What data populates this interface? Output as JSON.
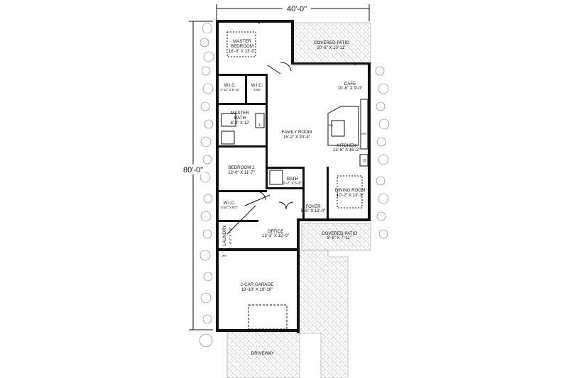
{
  "dimensions": {
    "width": "40'-0\"",
    "depth": "80'-0\""
  },
  "rooms": {
    "covered_patio_rear": {
      "name": "COVERED PATIO",
      "size": "20'-8\" X 10'-11\""
    },
    "master_bedroom": {
      "name_line1": "MASTER",
      "name_line2": "BEDROOM",
      "size": "16'-0\" X 13'-0\""
    },
    "wic_left": {
      "name": "W.I.C.",
      "size": "4'-11\" X 5'-11\""
    },
    "wic_right": {
      "name": "W.I.C.",
      "size": "3'X6'"
    },
    "master_bath": {
      "name_line1": "MASTER",
      "name_line2": "BATH",
      "size": "8'-8\" X 12'"
    },
    "cafe": {
      "name": "CAFE",
      "size": "10'-6\" X 9'-0\""
    },
    "family_room": {
      "name": "FAMILY ROOM",
      "size": "15'-2\" X 20'-4\""
    },
    "kitchen": {
      "name": "KITCHEN",
      "size": "13'-6\" X 16'-2\""
    },
    "bedroom2": {
      "name": "BEDROOM 2",
      "size": "12'-0\" X 11'-7\""
    },
    "bath": {
      "name": "BATH",
      "size": "9'-2\" X 5'-0\""
    },
    "dining_room": {
      "name": "DINING ROOM",
      "size": "10'-2\" X 13'-3\""
    },
    "wic_lower": {
      "name": "W.I.C.",
      "size": "5'10\" X 6'0\""
    },
    "foyer": {
      "name": "FOYER",
      "size": "5'-6\" X 13'-0\""
    },
    "laundry": {
      "name": "LAUNDRY",
      "size": "6'-2\" X 7'-0\""
    },
    "office": {
      "name": "OFFICE",
      "size": "13'-3\" X 12'-0\""
    },
    "covered_patio_front": {
      "name": "COVERED PATIO",
      "size": "8'-6\" X 7'-11\""
    },
    "garage": {
      "name": "2-CAR GARAGE",
      "size": "19'-10\" X 19'-10\""
    },
    "driveway": {
      "name": "DRIVEWAY"
    }
  },
  "markers": {
    "pantry": "P",
    "linen": "L",
    "dw": "DW",
    "ref": "REF",
    "wh": "WH"
  }
}
